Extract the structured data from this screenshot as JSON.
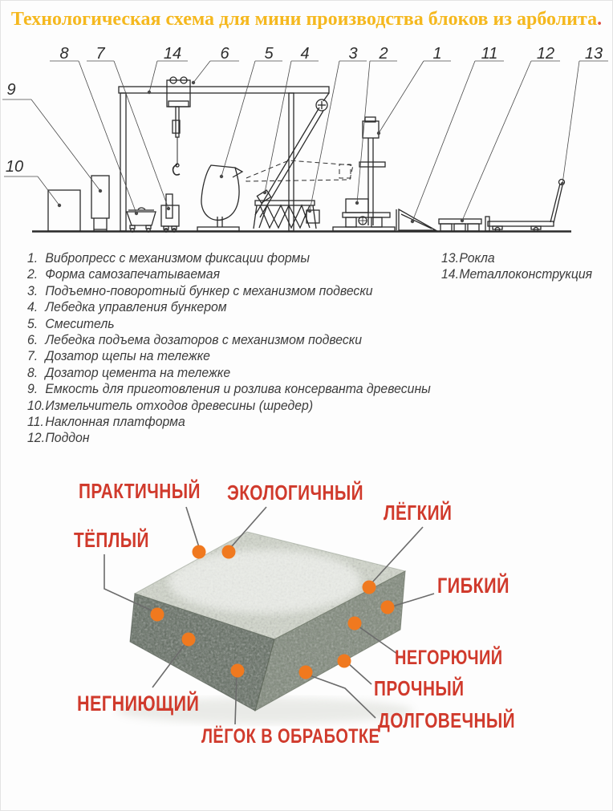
{
  "title": {
    "text": "Технологическая схема для мини производства блоков из арболита",
    "period": ".",
    "color": "#f5b81e",
    "period_color": "#e2574c"
  },
  "diagram": {
    "numbers": {
      "n1": "1",
      "n2": "2",
      "n3": "3",
      "n4": "4",
      "n5": "5",
      "n6": "6",
      "n7": "7",
      "n8": "8",
      "n9": "9",
      "n10": "10",
      "n11": "11",
      "n12": "12",
      "n13": "13",
      "n14": "14"
    }
  },
  "legend": {
    "left": [
      {
        "num": "1.",
        "text": "Вибропресс с механизмом фиксации формы"
      },
      {
        "num": "2.",
        "text": "Форма самозапечатываемая"
      },
      {
        "num": "3.",
        "text": "Подъемно-поворотный бункер с механизмом подвески"
      },
      {
        "num": "4.",
        "text": "Лебедка управления бункером"
      },
      {
        "num": "5.",
        "text": "Смеситель"
      },
      {
        "num": "6.",
        "text": "Лебедка подъема дозаторов с механизмом подвески"
      },
      {
        "num": "7.",
        "text": "Дозатор щепы на тележке"
      },
      {
        "num": "8.",
        "text": "Дозатор цемента на тележке"
      },
      {
        "num": "9.",
        "text": "Емкость для приготовления и розлива консерванта древесины"
      },
      {
        "num": "10.",
        "text": "Измельчитель отходов древесины (шредер)"
      },
      {
        "num": "11.",
        "text": "Наклонная платформа"
      },
      {
        "num": "12.",
        "text": "Поддон"
      }
    ],
    "right": [
      {
        "num": "13.",
        "text": "Рокла"
      },
      {
        "num": "14.",
        "text": "Металлоконструкция"
      }
    ]
  },
  "block": {
    "labels": [
      {
        "text": "ПРАКТИЧНЫЙ"
      },
      {
        "text": "ЭКОЛОГИЧНЫЙ"
      },
      {
        "text": "ЛЁГКИЙ"
      },
      {
        "text": "ТЁПЛЫЙ"
      },
      {
        "text": "ГИБКИЙ"
      },
      {
        "text": "НЕГОРЮЧИЙ"
      },
      {
        "text": "ПРОЧНЫЙ"
      },
      {
        "text": "ДОЛГОВЕЧНЫЙ"
      },
      {
        "text": "НЕГНИЮЩИЙ"
      },
      {
        "text": "ЛЁГОК В ОБРАБОТКЕ"
      }
    ],
    "dot_color": "#f0791f",
    "label_color": "#d03a2c"
  }
}
